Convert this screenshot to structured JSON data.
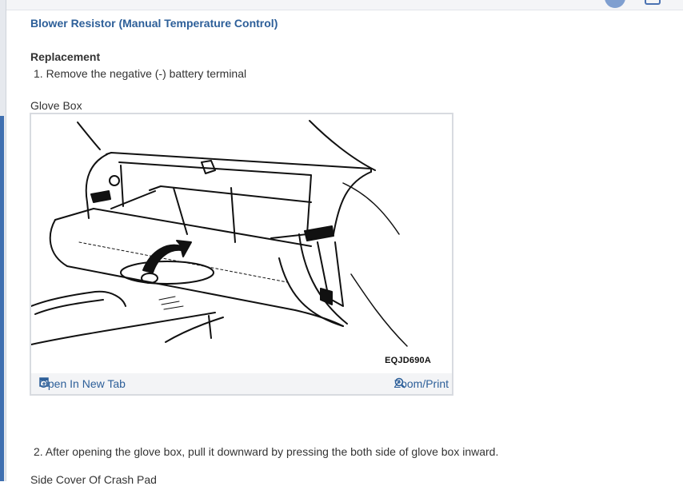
{
  "title": {
    "prefix": "Blower Resistor (",
    "link": "Manual Temperature Control",
    "suffix": ")"
  },
  "section_heading": "Replacement",
  "steps": [
    "1. Remove the negative (-) battery terminal",
    "2. After opening the glove box, pull it downward by pressing the both side of glove box inward."
  ],
  "figure": {
    "caption": "Glove Box",
    "code": "EQJD690A",
    "open_tab_label": "Open In New Tab",
    "zoom_label": "Zoom/Print"
  },
  "next_caption": "Side Cover Of Crash Pad",
  "colors": {
    "link": "#2d5f99",
    "rail_accent": "#3f6fb0"
  },
  "icons": [
    "avatar-icon",
    "messages-icon",
    "open-new-tab-icon",
    "zoom-icon"
  ]
}
